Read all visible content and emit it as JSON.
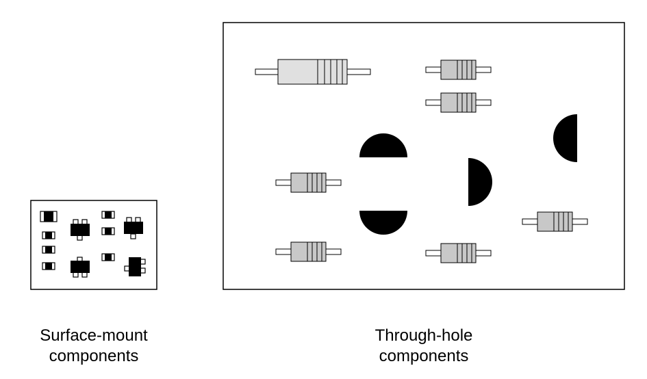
{
  "captions": {
    "surface_mount": {
      "line1": "Surface-mount",
      "line2": "components"
    },
    "through_hole": {
      "line1": "Through-hole",
      "line2": "components"
    }
  },
  "colors": {
    "outline": "#000000",
    "component_black": "#000000",
    "resistor_body_large": "#e0e0e0",
    "resistor_body_small": "#c8c8c8",
    "smd_pad": "#ffffff",
    "background": "#ffffff"
  },
  "components": {
    "surface_mount": {
      "chip_components": 7,
      "transistor_packages": 4
    },
    "through_hole": {
      "axial_resistors": 7,
      "semicircle_parts": 4
    }
  }
}
